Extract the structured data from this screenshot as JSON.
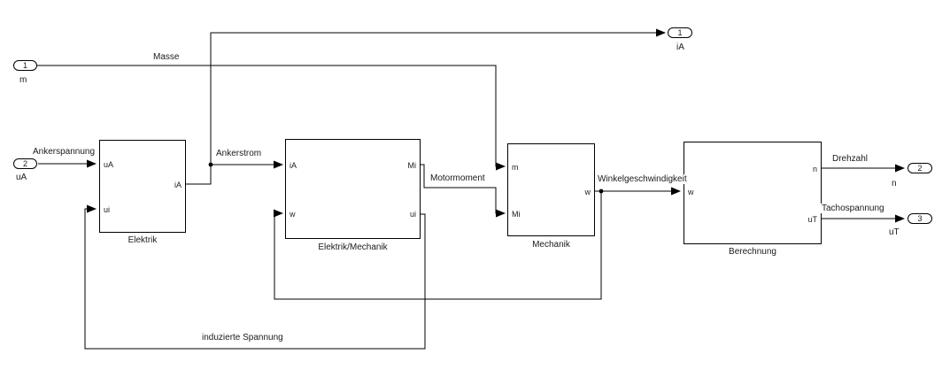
{
  "colors": {
    "background": "#ffffff",
    "line": "#000000",
    "text": "#1a1a1a"
  },
  "inports": {
    "m": {
      "number": "1",
      "name": "m"
    },
    "ua": {
      "number": "2",
      "name": "uA"
    }
  },
  "outports": {
    "ia": {
      "number": "1",
      "name": "iA"
    },
    "n": {
      "number": "2",
      "name": "n"
    },
    "ut": {
      "number": "3",
      "name": "uT"
    }
  },
  "blocks": {
    "elektrik": {
      "name": "Elektrik",
      "ports": {
        "in_top": "uA",
        "in_bottom": "ui",
        "out": "iA"
      }
    },
    "elektrik_mechanik": {
      "name": "Elektrik/Mechanik",
      "ports": {
        "in_top": "iA",
        "in_bottom": "w",
        "out_top": "Mi",
        "out_bottom": "ui"
      }
    },
    "mechanik": {
      "name": "Mechanik",
      "ports": {
        "in_top": "m",
        "in_bottom": "Mi",
        "out": "w"
      }
    },
    "berechnung": {
      "name": "Berechnung",
      "ports": {
        "in": "w",
        "out_top": "n",
        "out_bottom": "uT"
      }
    }
  },
  "signal_labels": {
    "masse": "Masse",
    "ankerspannung": "Ankerspannung",
    "ankerstrom": "Ankerstrom",
    "motormoment": "Motormoment",
    "winkelgeschwindigkeit": "Winkelgeschwindigkeit",
    "drehzahl": "Drehzahl",
    "tachospannung": "Tachospannung",
    "induzierte_spannung": "induzierte Spannung"
  }
}
